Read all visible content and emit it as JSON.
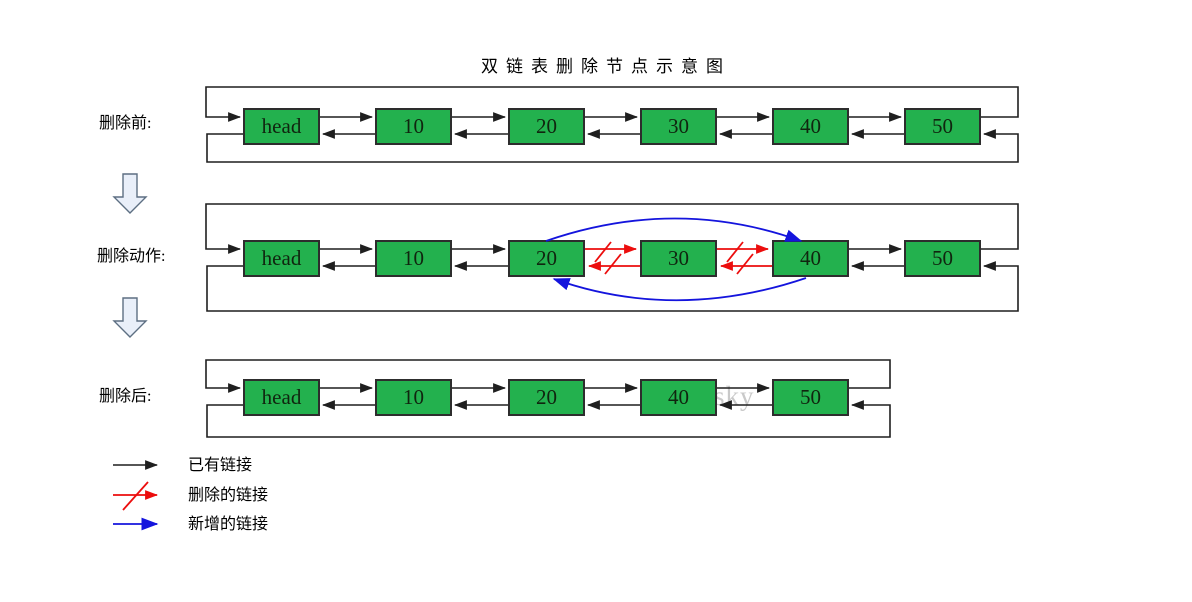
{
  "title": "双链表删除节点示意图",
  "watermark": "sky",
  "colors": {
    "node_fill": "#23b14e",
    "node_border": "#2d2d2d",
    "link": "#1f1f1f",
    "deleted_link": "#ec0d0d",
    "new_link": "#1414dd",
    "step_fill": "#e9eff9",
    "step_border": "#5d6f82",
    "watermark": "#c9c9c9"
  },
  "rows": [
    {
      "label": "删除前:",
      "nodes": [
        "head",
        "10",
        "20",
        "30",
        "40",
        "50"
      ]
    },
    {
      "label": "删除动作:",
      "nodes": [
        "head",
        "10",
        "20",
        "30",
        "40",
        "50"
      ]
    },
    {
      "label": "删除后:",
      "nodes": [
        "head",
        "10",
        "20",
        "40",
        "50"
      ]
    }
  ],
  "legend": [
    {
      "type": "existing",
      "label": "已有链接"
    },
    {
      "type": "deleted",
      "label": "删除的链接"
    },
    {
      "type": "added",
      "label": "新增的链接"
    }
  ]
}
